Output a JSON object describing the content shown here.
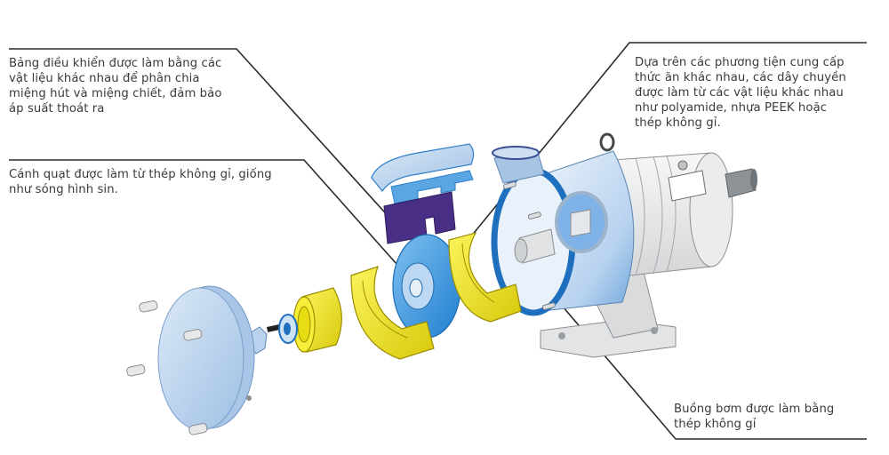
{
  "title": "Exploded view of pump components",
  "callouts": {
    "control_panel": "Bảng điều khiển được làm bằng các\nvật liệu khác nhau để phân chia\nmiệng hút và miệng chiết, đảm bảo\náp suất thoát ra",
    "impeller": "Cánh quạt được làm từ thép không gỉ, giống\nnhư sóng hình sin.",
    "chain": "Dựa trên các phương tiện cung cấp\nthức ăn khác nhau, các dây chuyền\nđược làm từ các vật liệu khác nhau\nnhư polyamide, nhựa PEEK hoặc\nthép không gỉ.",
    "pump_chamber": "Buồng bơm được làm bằng\nthép không gỉ"
  },
  "colors": {
    "text": "#3a3a3a",
    "leader": "#2b2b2b",
    "cover_blue": "#b9d3ee",
    "bright_blue": "#1f7fd0",
    "yellow": "#f2e51a",
    "purple": "#4a2f86",
    "steel": "#e6e8ea"
  }
}
